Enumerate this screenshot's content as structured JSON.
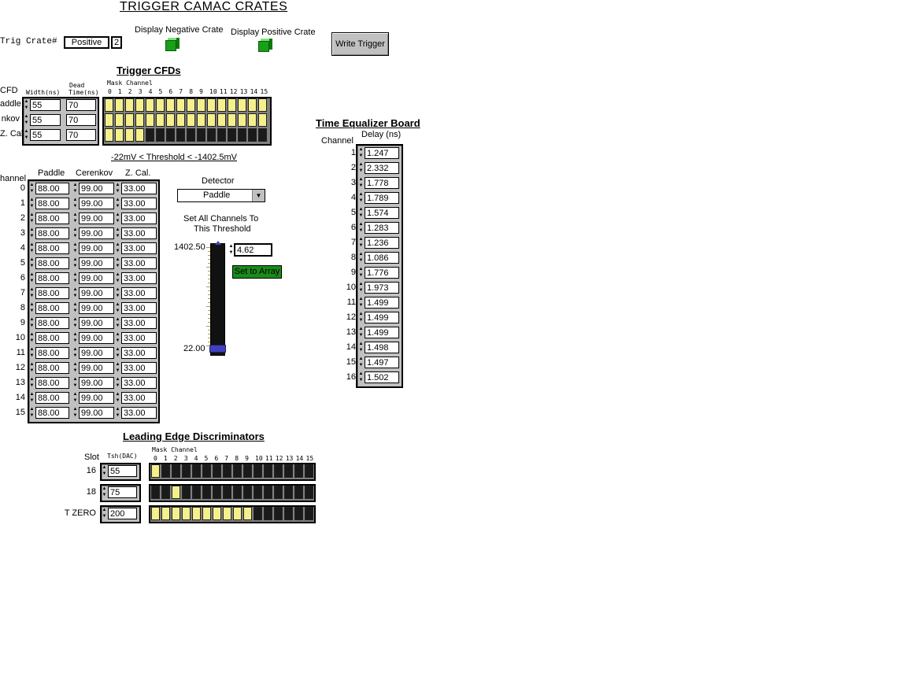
{
  "title": "TRIGGER CAMAC CRATES",
  "crate": {
    "label": "Trig Crate#",
    "polarity": "Positive",
    "number": "2"
  },
  "display_negative": "Display Negative Crate",
  "display_positive": "Display Positive Crate",
  "write_trigger": "Write Trigger",
  "cfd": {
    "heading": "Trigger CFDs",
    "col_cfd": "CFD",
    "col_width": "Width(ns)",
    "col_dead1": "Dead",
    "col_dead2": "Time(ns)",
    "mask_label": "Mask Channel",
    "mask_ticks": [
      "0",
      "1",
      "2",
      "3",
      "4",
      "5",
      "6",
      "7",
      "8",
      "9",
      "10",
      "11",
      "12",
      "13",
      "14",
      "15"
    ],
    "rows": [
      {
        "name": "addle",
        "width": "55",
        "dead": "70",
        "mask": [
          1,
          1,
          1,
          1,
          1,
          1,
          1,
          1,
          1,
          1,
          1,
          1,
          1,
          1,
          1,
          1
        ]
      },
      {
        "name": "nkov",
        "width": "55",
        "dead": "70",
        "mask": [
          1,
          1,
          1,
          1,
          1,
          1,
          1,
          1,
          1,
          1,
          1,
          1,
          1,
          1,
          1,
          1
        ]
      },
      {
        "name": "Z. Cal.",
        "width": "55",
        "dead": "70",
        "mask": [
          1,
          1,
          1,
          1,
          0,
          0,
          0,
          0,
          0,
          0,
          0,
          0,
          0,
          0,
          0,
          0
        ]
      }
    ],
    "threshold_note": "-22mV < Threshold < -1402.5mV"
  },
  "thresholds": {
    "col_channel": "hannel",
    "col_paddle": "Paddle",
    "col_cerenkov": "Cerenkov",
    "col_zcal": "Z. Cal.",
    "rows": [
      {
        "ch": "0",
        "p": "88.00",
        "c": "99.00",
        "z": "33.00"
      },
      {
        "ch": "1",
        "p": "88.00",
        "c": "99.00",
        "z": "33.00"
      },
      {
        "ch": "2",
        "p": "88.00",
        "c": "99.00",
        "z": "33.00"
      },
      {
        "ch": "3",
        "p": "88.00",
        "c": "99.00",
        "z": "33.00"
      },
      {
        "ch": "4",
        "p": "88.00",
        "c": "99.00",
        "z": "33.00"
      },
      {
        "ch": "5",
        "p": "88.00",
        "c": "99.00",
        "z": "33.00"
      },
      {
        "ch": "6",
        "p": "88.00",
        "c": "99.00",
        "z": "33.00"
      },
      {
        "ch": "7",
        "p": "88.00",
        "c": "99.00",
        "z": "33.00"
      },
      {
        "ch": "8",
        "p": "88.00",
        "c": "99.00",
        "z": "33.00"
      },
      {
        "ch": "9",
        "p": "88.00",
        "c": "99.00",
        "z": "33.00"
      },
      {
        "ch": "10",
        "p": "88.00",
        "c": "99.00",
        "z": "33.00"
      },
      {
        "ch": "11",
        "p": "88.00",
        "c": "99.00",
        "z": "33.00"
      },
      {
        "ch": "12",
        "p": "88.00",
        "c": "99.00",
        "z": "33.00"
      },
      {
        "ch": "13",
        "p": "88.00",
        "c": "99.00",
        "z": "33.00"
      },
      {
        "ch": "14",
        "p": "88.00",
        "c": "99.00",
        "z": "33.00"
      },
      {
        "ch": "15",
        "p": "88.00",
        "c": "99.00",
        "z": "33.00"
      }
    ]
  },
  "detector": {
    "label": "Detector",
    "selected": "Paddle",
    "set_all_1": "Set All Channels To",
    "set_all_2": "This Threshold",
    "slider_max": "1402.50",
    "slider_min": "22.00",
    "slider_level": 0.0,
    "value": "4.62",
    "set_button": "Set to Array"
  },
  "teb": {
    "heading": "Time Equalizer Board",
    "col_channel": "Channel",
    "col_delay": "Delay (ns)",
    "rows": [
      {
        "ch": "1",
        "d": "1.247"
      },
      {
        "ch": "2",
        "d": "2.332"
      },
      {
        "ch": "3",
        "d": "1.778"
      },
      {
        "ch": "4",
        "d": "1.789"
      },
      {
        "ch": "5",
        "d": "1.574"
      },
      {
        "ch": "6",
        "d": "1.283"
      },
      {
        "ch": "7",
        "d": "1.236"
      },
      {
        "ch": "8",
        "d": "1.086"
      },
      {
        "ch": "9",
        "d": "1.776"
      },
      {
        "ch": "10",
        "d": "1.973"
      },
      {
        "ch": "11",
        "d": "1.499"
      },
      {
        "ch": "12",
        "d": "1.499"
      },
      {
        "ch": "13",
        "d": "1.499"
      },
      {
        "ch": "14",
        "d": "1.498"
      },
      {
        "ch": "15",
        "d": "1.497"
      },
      {
        "ch": "16",
        "d": "1.502"
      }
    ]
  },
  "led": {
    "heading": "Leading Edge Discriminators",
    "col_slot": "Slot",
    "col_tsh": "Tsh(DAC)",
    "mask_label": "Mask Channel",
    "mask_ticks": [
      "0",
      "1",
      "2",
      "3",
      "4",
      "5",
      "6",
      "7",
      "8",
      "9",
      "10",
      "11",
      "12",
      "13",
      "14",
      "15"
    ],
    "rows": [
      {
        "slot": "16",
        "tsh": "55",
        "mask": [
          1,
          0,
          0,
          0,
          0,
          0,
          0,
          0,
          0,
          0,
          0,
          0,
          0,
          0,
          0,
          0
        ]
      },
      {
        "slot": "18",
        "tsh": "75",
        "mask": [
          0,
          0,
          1,
          0,
          0,
          0,
          0,
          0,
          0,
          0,
          0,
          0,
          0,
          0,
          0,
          0
        ]
      },
      {
        "slot": "T ZERO",
        "tsh": "200",
        "mask": [
          1,
          1,
          1,
          1,
          1,
          1,
          1,
          1,
          1,
          1,
          0,
          0,
          0,
          0,
          0,
          0
        ]
      }
    ]
  },
  "colors": {
    "mask_on": "#f6f08c",
    "mask_off": "#1a1a1a",
    "led_green": "#18a018",
    "set_button": "#1a8a1a"
  }
}
